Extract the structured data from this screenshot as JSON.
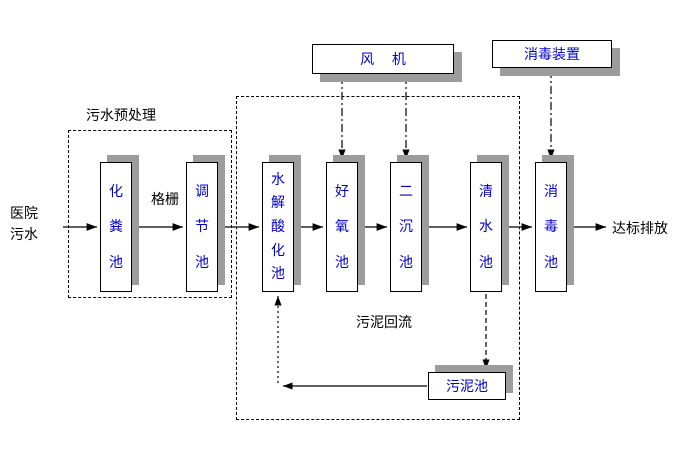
{
  "colors": {
    "box_text": "#0000cc",
    "shadow": "#9c9c9c",
    "line": "#000000",
    "background": "#ffffff"
  },
  "flow_labels": {
    "influent": "医院污水",
    "effluent": "达标排放",
    "screen": "格栅",
    "sludge_return": "污泥回流",
    "pretreatment_group": "污水预处理"
  },
  "equipment": {
    "fan": "风    机",
    "disinfect_device": "消毒装置",
    "sludge_tank": "污泥池"
  },
  "tanks": [
    {
      "name": "septic",
      "label": "化粪池"
    },
    {
      "name": "regulation",
      "label": "调节池"
    },
    {
      "name": "hydrolysis-acidification",
      "label": "水解酸化池"
    },
    {
      "name": "aerobic",
      "label": "好氧池"
    },
    {
      "name": "secondary-sedimentation",
      "label": "二沉池"
    },
    {
      "name": "clear-water",
      "label": "清水池"
    },
    {
      "name": "disinfection",
      "label": "消毒池"
    }
  ]
}
